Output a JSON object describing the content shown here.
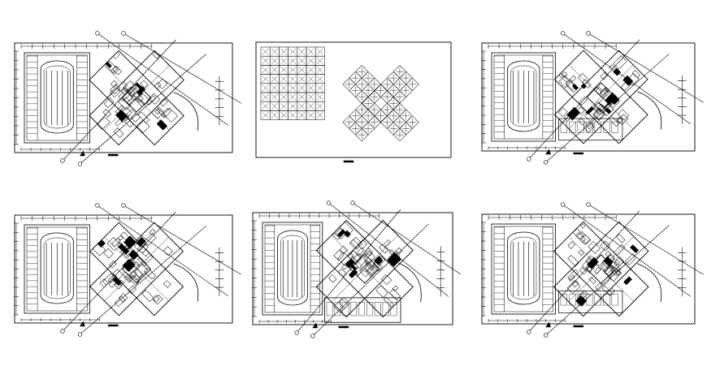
{
  "drawing": {
    "ink_color": "#000000",
    "paper_color": "#ffffff",
    "plans": [
      {
        "id": "plan-1",
        "kind": "floor-plan",
        "title_text": ""
      },
      {
        "id": "plan-2",
        "kind": "ceiling-grid-plan",
        "title_text": ""
      },
      {
        "id": "plan-3",
        "kind": "floor-plan",
        "title_text": ""
      },
      {
        "id": "plan-4",
        "kind": "floor-plan",
        "title_text": ""
      },
      {
        "id": "plan-5",
        "kind": "floor-plan",
        "title_text": ""
      },
      {
        "id": "plan-6",
        "kind": "floor-plan",
        "title_text": ""
      }
    ]
  }
}
